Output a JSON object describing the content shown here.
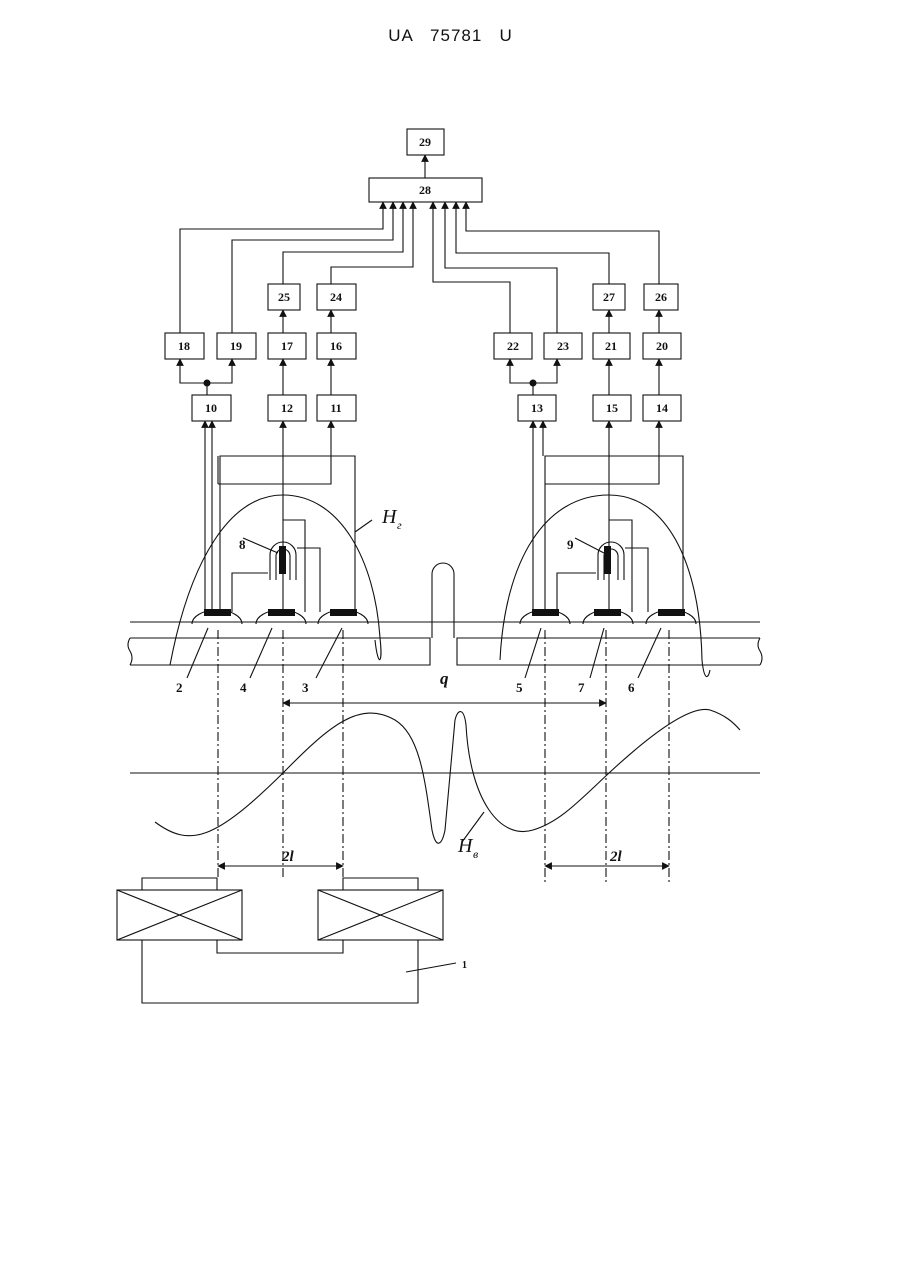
{
  "header": {
    "document_id": "UA   75781   U"
  },
  "blocks": [
    {
      "id": "b29",
      "label": "29"
    },
    {
      "id": "b28",
      "label": "28"
    },
    {
      "id": "b25",
      "label": "25"
    },
    {
      "id": "b24",
      "label": "24"
    },
    {
      "id": "b27",
      "label": "27"
    },
    {
      "id": "b26",
      "label": "26"
    },
    {
      "id": "b18",
      "label": "18"
    },
    {
      "id": "b19",
      "label": "19"
    },
    {
      "id": "b17",
      "label": "17"
    },
    {
      "id": "b16",
      "label": "16"
    },
    {
      "id": "b22",
      "label": "22"
    },
    {
      "id": "b23",
      "label": "23"
    },
    {
      "id": "b21",
      "label": "21"
    },
    {
      "id": "b20",
      "label": "20"
    },
    {
      "id": "b10",
      "label": "10"
    },
    {
      "id": "b12",
      "label": "12"
    },
    {
      "id": "b11",
      "label": "11"
    },
    {
      "id": "b13",
      "label": "13"
    },
    {
      "id": "b15",
      "label": "15"
    },
    {
      "id": "b14",
      "label": "14"
    }
  ],
  "tags": [
    "8",
    "9",
    "2",
    "4",
    "3",
    "5",
    "7",
    "6",
    "1"
  ],
  "labels": {
    "q": "q",
    "two_l": "2l",
    "h_horizontal": {
      "main": "H",
      "sub": "г"
    },
    "h_vertical": {
      "main": "H",
      "sub": "в"
    }
  }
}
